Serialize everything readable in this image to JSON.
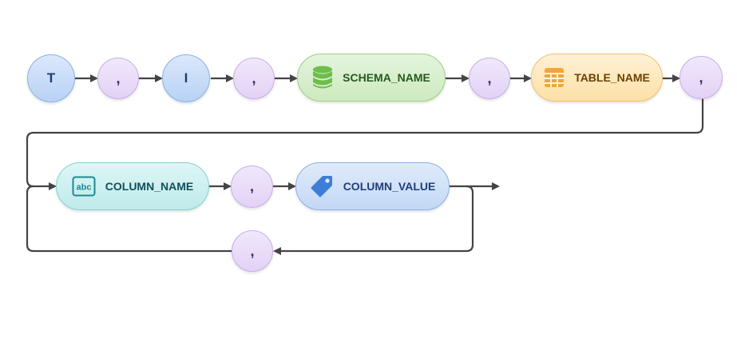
{
  "tokens": {
    "t": "T",
    "comma_1": ",",
    "i": "I",
    "comma_2": ",",
    "comma_3": ",",
    "comma_4": ",",
    "comma_5": ",",
    "comma_repeat": ","
  },
  "nonterminals": {
    "schema_name": "SCHEMA_NAME",
    "table_name": "TABLE_NAME",
    "column_name": "COLUMN_NAME",
    "column_value": "COLUMN_VALUE"
  },
  "icons": {
    "schema": "database-icon",
    "table": "table-icon",
    "column": "abc-text-icon",
    "value": "tag-icon"
  },
  "colors": {
    "line": "#444444",
    "token_blue": "#b8d2f5",
    "token_purple": "#e2d2f6",
    "schema_green": "#cdeac0",
    "table_orange": "#fde0a6",
    "column_teal": "#bfeaea",
    "value_blue": "#c3d8f6"
  }
}
